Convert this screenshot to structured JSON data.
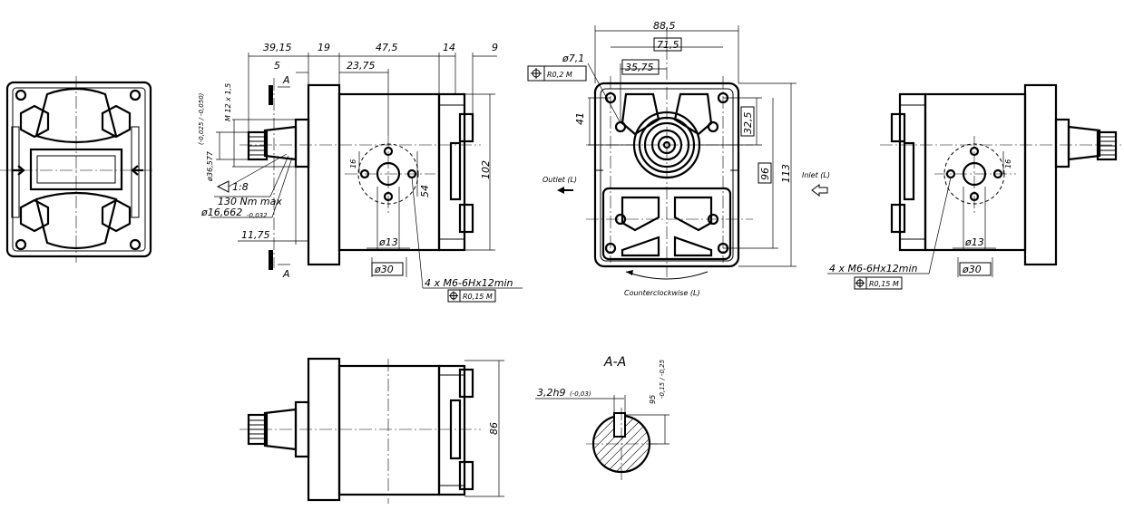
{
  "labels": {
    "d_39_15": "39,15",
    "d_19": "19",
    "d_47_5": "47,5",
    "d_14": "14",
    "d_9": "9",
    "d_5": "5",
    "d_23_75": "23,75",
    "section_mark": "A",
    "d_m12": "M 12 x 1,5",
    "d_36_577": "ø36,577",
    "d_36_577_tol": "(-0,025 / -0,050)",
    "taper": "1:8",
    "torque": "130 Nm max",
    "d_16_662": "ø16,662",
    "d_16_662_tol": "-0,032",
    "d_11_75": "11,75",
    "d_16": "16",
    "d_54": "54",
    "d_102": "102",
    "d_13": "ø13",
    "d_30": "ø30",
    "holes_callout": "4  x  M6-6Hx12min",
    "holes_tol": "R0,15 M",
    "d_88_5": "88,5",
    "d_71_5": "71,5",
    "d_7_1": "ø7,1",
    "pos_tol_front": "R0,2 M",
    "d_35_75": "35,75",
    "d_41": "41",
    "d_32_5": "32,5",
    "d_96": "96",
    "d_113": "113",
    "outlet": "Outlet (L)",
    "inlet": "Inlet (L)",
    "rotation": "Counterclockwise (L)",
    "d_86": "86",
    "section_title": "A-A",
    "key": "3,2h9",
    "key_tol": "(-0,03)",
    "key_depth": "95",
    "key_depth_tol": "-0,15 / -0,25",
    "holes_callout_right": "4  x  M6-6Hx12min",
    "holes_tol_right": "R0,15 M",
    "d_13_right": "ø13",
    "d_30_right": "ø30",
    "d_16_right": "16"
  }
}
